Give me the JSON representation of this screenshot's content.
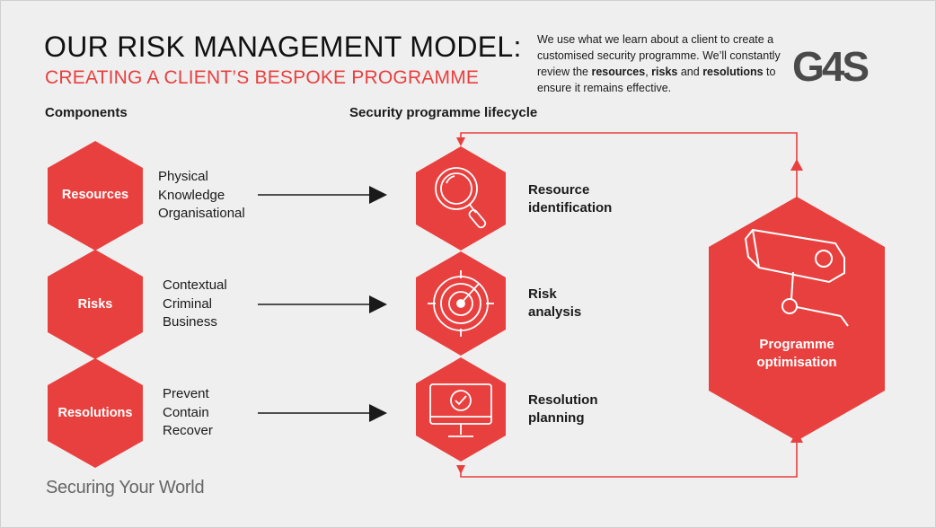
{
  "header": {
    "title": "OUR RISK MANAGEMENT MODEL:",
    "subtitle": "CREATING A CLIENT’S BESPOKE PROGRAMME",
    "intro_1": "We use what we learn about a client to create a customised security programme. We’ll constantly review the ",
    "intro_b1": "resources",
    "intro_2": ", ",
    "intro_b2": "risks",
    "intro_3": " and ",
    "intro_b3": "resolutions",
    "intro_4": " to ensure it remains effective."
  },
  "logo": {
    "text": "G4S"
  },
  "sections": {
    "components": "Components",
    "lifecycle": "Security programme lifecycle"
  },
  "components": [
    {
      "label": "Resources",
      "items": [
        "Physical",
        "Knowledge",
        "Organisational"
      ]
    },
    {
      "label": "Risks",
      "items": [
        "Contextual",
        "Criminal",
        "Business"
      ]
    },
    {
      "label": "Resolutions",
      "items": [
        "Prevent",
        "Contain",
        "Recover"
      ]
    }
  ],
  "lifecycle": [
    {
      "line1": "Resource",
      "line2": "identification",
      "icon": "magnifier-icon"
    },
    {
      "line1": "Risk",
      "line2": "analysis",
      "icon": "radar-icon"
    },
    {
      "line1": "Resolution",
      "line2": "planning",
      "icon": "monitor-check-icon"
    }
  ],
  "optimisation": {
    "line1": "Programme",
    "line2": "optimisation",
    "icon": "security-camera-icon"
  },
  "footer": {
    "tagline": "Securing Your World"
  },
  "colors": {
    "red": "#e8403f",
    "background": "#efefef",
    "text": "#1a1a1a",
    "tagline": "#666666"
  }
}
